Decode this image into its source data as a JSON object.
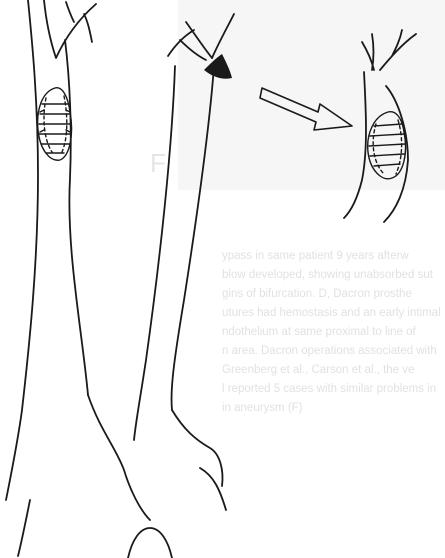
{
  "figure": {
    "panel_label": "F",
    "colors": {
      "ink": "#1a1a1a",
      "page": "#ffffff",
      "bleed_text": "#c9c9c9",
      "bleed_shade": "#ececec"
    },
    "show_through_lines": [
      "ypass in same patient 9 years afterw",
      "blow developed, showing unabsorbed sut",
      "gins of bifurcation. D, Dacron prosthe",
      "utures had hemostasis and an early intimal",
      "ndothelium at same proximal to line of",
      "n area. Dacron operations associated with",
      "Greenberg et al., Carson et al., the ve",
      "l reported 5 cases with similar problems in",
      "in aneurysm (F)"
    ],
    "icons": [
      "arrow-icon"
    ]
  }
}
